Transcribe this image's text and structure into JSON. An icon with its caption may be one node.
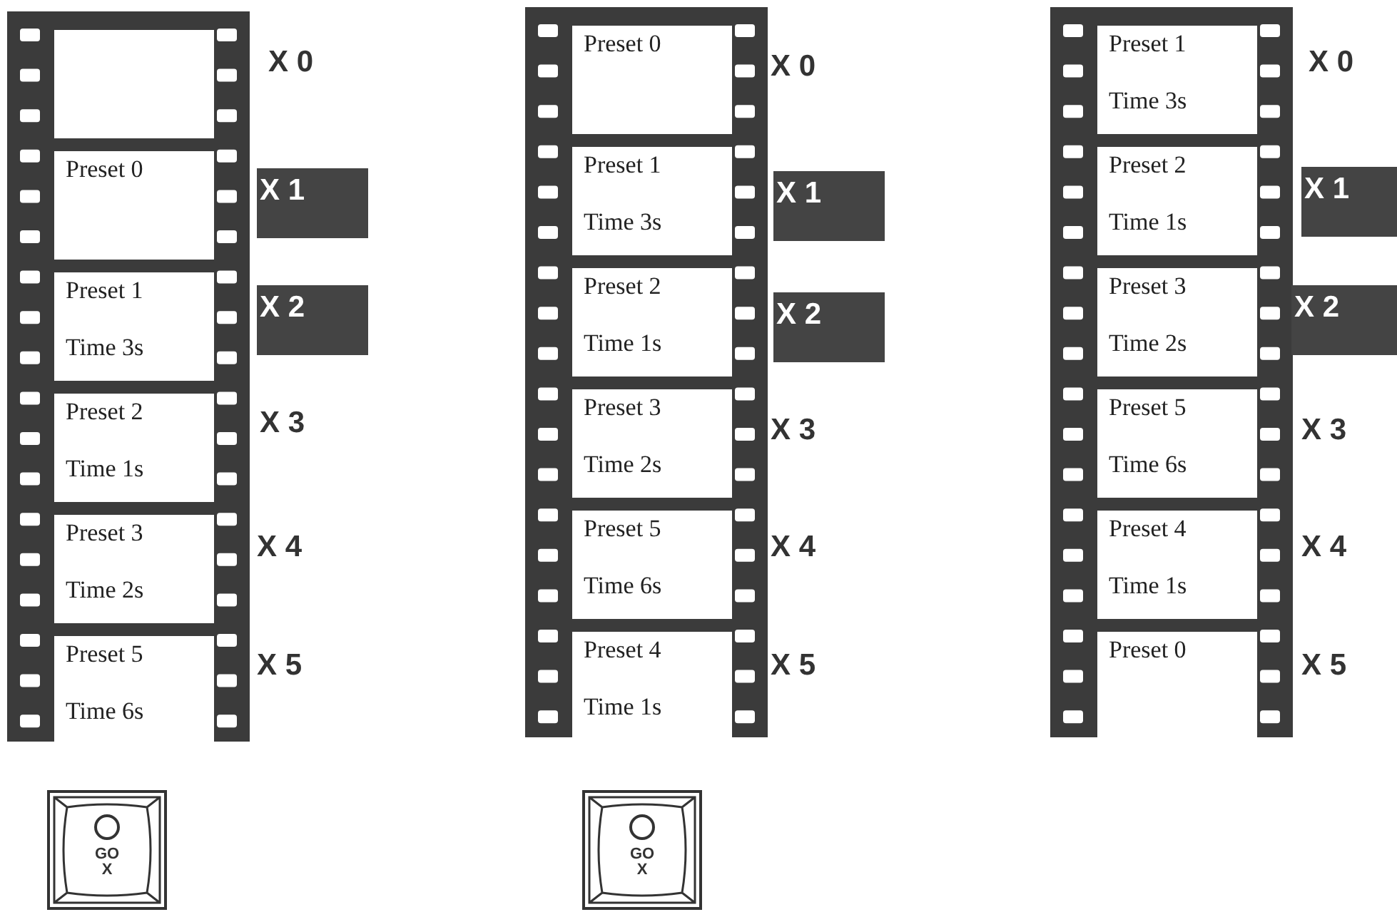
{
  "diagram": {
    "nodes": [
      {
        "text": [],
        "shape": "box"
      },
      {
        "text": [],
        "shape": "box",
        "in": 0
      },
      {
        "text": [
          "Preset 0"
        ],
        "in": 0
      },
      {
        "text": [
          "Preset 1",
          "Time 3s"
        ],
        "in": 0
      },
      {
        "text": [
          "Preset 2",
          "Time 1s"
        ],
        "in": 0
      },
      {
        "text": [
          "Preset 3",
          "Time 2s"
        ],
        "in": 0
      },
      {
        "text": [
          "Preset 5",
          "Time 6s"
        ],
        "in": 0
      },
      {
        "text": [
          "X 1"
        ]
      },
      {
        "text": [
          "X 2"
        ]
      },
      {
        "text": [],
        "shape": "box"
      },
      {
        "text": [
          "Preset 0"
        ],
        "in": 9
      },
      {
        "text": [
          "Preset 1",
          "Time 3s"
        ],
        "in": 9
      },
      {
        "text": [
          "Preset 2",
          "Time 1s"
        ],
        "in": 9
      },
      {
        "text": [
          "Preset 3",
          "Time 2s"
        ],
        "in": 9
      },
      {
        "text": [
          "Preset 5",
          "Time 6s"
        ],
        "in": 9
      },
      {
        "text": [
          "Preset 4",
          "Time 1s"
        ],
        "in": 9
      },
      {
        "text": [
          "X 1"
        ]
      },
      {
        "text": [
          "X 2"
        ]
      },
      {
        "text": [],
        "shape": "box"
      },
      {
        "text": [
          "Preset 1",
          "Time 3s"
        ],
        "in": 18
      },
      {
        "text": [
          "Preset 2",
          "Time 1s"
        ],
        "in": 18
      },
      {
        "text": [
          "Preset 3",
          "Time 2s"
        ],
        "in": 18
      },
      {
        "text": [
          "Preset 5",
          "Time 6s"
        ],
        "in": 18
      },
      {
        "text": [
          "Preset 4",
          "Time 1s"
        ],
        "in": 18
      },
      {
        "text": [
          "Preset 0"
        ],
        "in": 18
      },
      {
        "text": [
          "X 1"
        ]
      },
      {
        "text": [
          "X 2"
        ]
      },
      {
        "text": [
          "GO X"
        ]
      },
      {
        "text": [
          "GO X"
        ]
      }
    ],
    "edges": [],
    "labels": [
      "X 0",
      "X 0",
      "X 0",
      "X 3",
      "X 3",
      "X 3",
      "X 4",
      "X 4",
      "X 4",
      "X 5",
      "X 5",
      "X 5"
    ]
  }
}
